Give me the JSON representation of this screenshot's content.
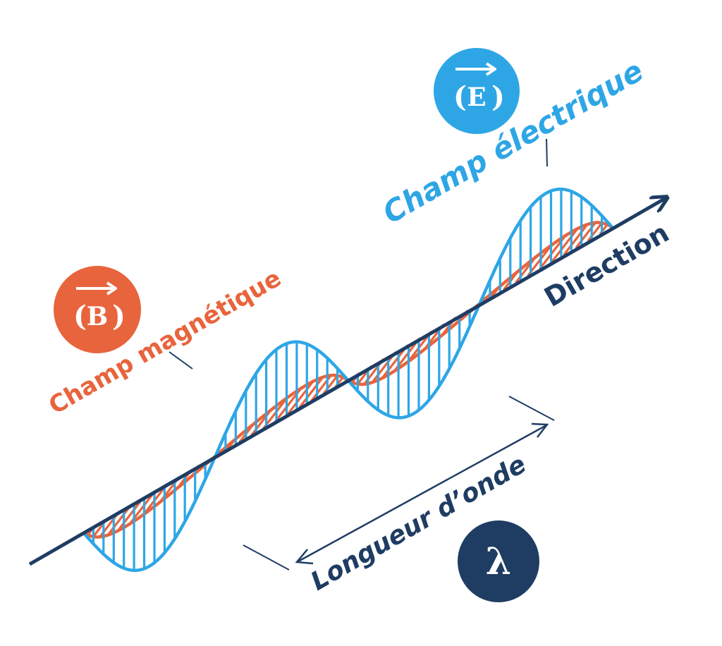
{
  "labels": {
    "electric": "Champ électrique",
    "magnetic": "Champ magnétique",
    "direction": "Direction",
    "wavelength": "Longueur d’onde"
  },
  "badges": {
    "electric": {
      "letter": "E",
      "open": "(",
      "close": ")"
    },
    "magnetic": {
      "letter": "B",
      "open": "(",
      "close": ")"
    },
    "lambda": {
      "symbol": "λ"
    }
  },
  "colors": {
    "electric": "#2ea6e6",
    "magnetic": "#e8643c",
    "axis": "#1f3d63",
    "badge_text": "#ffffff"
  }
}
